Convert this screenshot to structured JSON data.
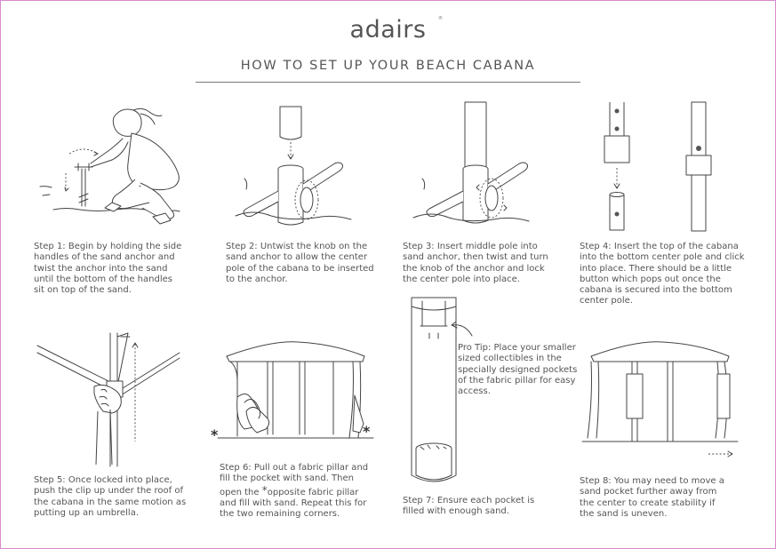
{
  "brand": {
    "name": "adairs",
    "mark": "®"
  },
  "title": "HOW TO SET UP YOUR BEACH CABANA",
  "steps": [
    {
      "caption": "Step 1: Begin by holding the side handles of the sand anchor and twist the anchor into the sand until the bottom of the handles sit on top of the sand."
    },
    {
      "caption": "Step 2: Untwist the knob on the sand anchor to allow the center pole of the cabana to be inserted to the anchor."
    },
    {
      "caption": "Step 3: Insert middle pole into sand anchor, then twist and turn the knob of the anchor and lock the center pole into place."
    },
    {
      "caption": "Step 4: Insert the top of the cabana into the bottom center pole and click into place. There should be a little button which pops out once the cabana is secured into the bottom center pole."
    },
    {
      "caption": "Step 5: Once locked into place, push the clip up under the roof of the cabana in the same motion as putting up an umbrella."
    },
    {
      "caption_a": "Step 6: Pull out a fabric pillar and fill the pocket with sand. Then open the ",
      "star": "*",
      "caption_b": "opposite fabric pillar and fill with sand. Repeat this for the two remaining corners."
    },
    {
      "caption": "Step 7: Ensure each pocket is filled with enough sand."
    },
    {
      "caption": "Step 8: You may need to move a sand pocket further away from the center to create stability if the sand is uneven."
    }
  ],
  "pro_tip": "Pro Tip: Place your smaller sized collectibles in the specially designed pockets of the fabric pillar for easy access.",
  "asterisk": "*",
  "colors": {
    "border": "#d98ad0",
    "text": "#555555",
    "line": "#444444"
  },
  "icons": [
    "woman-kneeling-icon",
    "sand-anchor-icon",
    "pole-connector-icon",
    "cabana-canopy-icon",
    "fabric-pillar-icon"
  ]
}
